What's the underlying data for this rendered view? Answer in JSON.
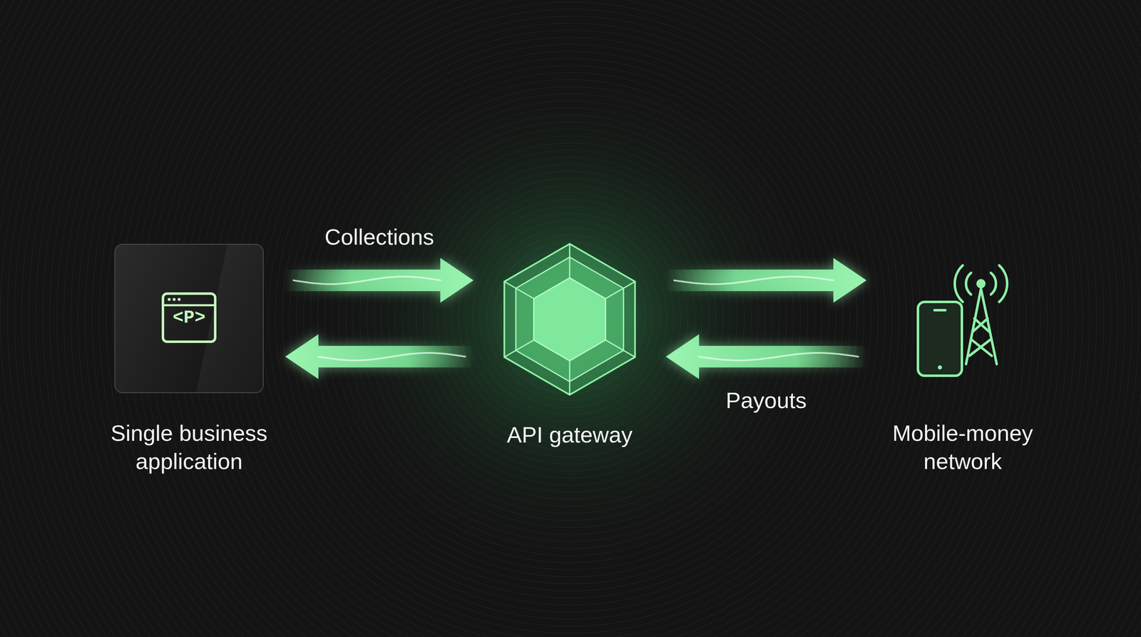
{
  "diagram": {
    "nodes": [
      {
        "text": [
          "Single business application"
        ]
      },
      {
        "text": [
          "API gateway"
        ]
      },
      {
        "text": [
          "Mobile-money network"
        ]
      }
    ],
    "edges": [
      {
        "from": 0,
        "to": 1,
        "label": "Collections",
        "arrow": "to"
      },
      {
        "from": 1,
        "to": 0,
        "arrow": "to"
      },
      {
        "from": 1,
        "to": 2,
        "arrow": "to"
      },
      {
        "from": 2,
        "to": 1,
        "label": "Payouts",
        "arrow": "to"
      }
    ],
    "labels": [
      "<P>"
    ]
  }
}
